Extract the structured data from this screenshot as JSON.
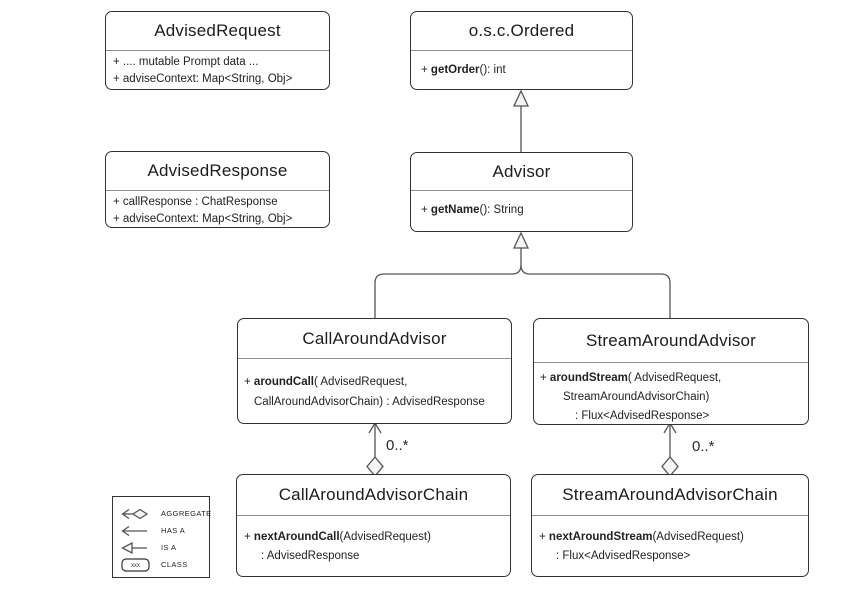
{
  "colors": {
    "border": "#333333",
    "line": "#555555",
    "divider": "#8f8f8f",
    "text": "#202020",
    "shape_fill": "#f5f5f5",
    "background": "#ffffff"
  },
  "classes": {
    "advised_request": {
      "title": "AdvisedRequest",
      "members": [
        {
          "pre": "+ .... mutable Prompt data ..."
        },
        {
          "pre": "+ adviseContext: Map<String, Obj>"
        }
      ]
    },
    "osc_ordered": {
      "title": "o.s.c.Ordered",
      "members": [
        {
          "pre": "+ ",
          "bold": "getOrder",
          "post": "(): int"
        }
      ]
    },
    "advised_response": {
      "title": "AdvisedResponse",
      "members": [
        {
          "pre": "+ callResponse : ChatResponse"
        },
        {
          "pre": "+ adviseContext: Map<String, Obj>"
        }
      ]
    },
    "advisor": {
      "title": "Advisor",
      "members": [
        {
          "pre": "+ ",
          "bold": "getName",
          "post": "(): String"
        }
      ]
    },
    "call_around_advisor": {
      "title": "CallAroundAdvisor",
      "members": [
        {
          "pre": "+ ",
          "bold": "aroundCall",
          "post": "( AdvisedRequest,"
        },
        {
          "pre": "CallAroundAdvisorChain) : AdvisedResponse"
        }
      ]
    },
    "stream_around_advisor": {
      "title": "StreamAroundAdvisor",
      "members": [
        {
          "pre": "+ ",
          "bold": "aroundStream",
          "post": "( AdvisedRequest,"
        },
        {
          "pre": "StreamAroundAdvisorChain)"
        },
        {
          "pre": ": Flux<AdvisedResponse>"
        }
      ]
    },
    "call_around_advisor_chain": {
      "title": "CallAroundAdvisorChain",
      "members": [
        {
          "pre": "+ ",
          "bold": "nextAroundCall",
          "post": "(AdvisedRequest)"
        },
        {
          "pre": ": AdvisedResponse"
        }
      ]
    },
    "stream_around_advisor_chain": {
      "title": "StreamAroundAdvisorChain",
      "members": [
        {
          "pre": "+ ",
          "bold": "nextAroundStream",
          "post": "(AdvisedRequest)"
        },
        {
          "pre": ": Flux<AdvisedResponse>"
        }
      ]
    }
  },
  "relationships": {
    "left_multiplicity": "0..*",
    "right_multiplicity": "0..*"
  },
  "legend": {
    "items": [
      {
        "label": "AGGREGATE"
      },
      {
        "label": "HAS A"
      },
      {
        "label": "IS A"
      },
      {
        "label": "CLASS",
        "glyph_text": "xxx"
      }
    ]
  }
}
